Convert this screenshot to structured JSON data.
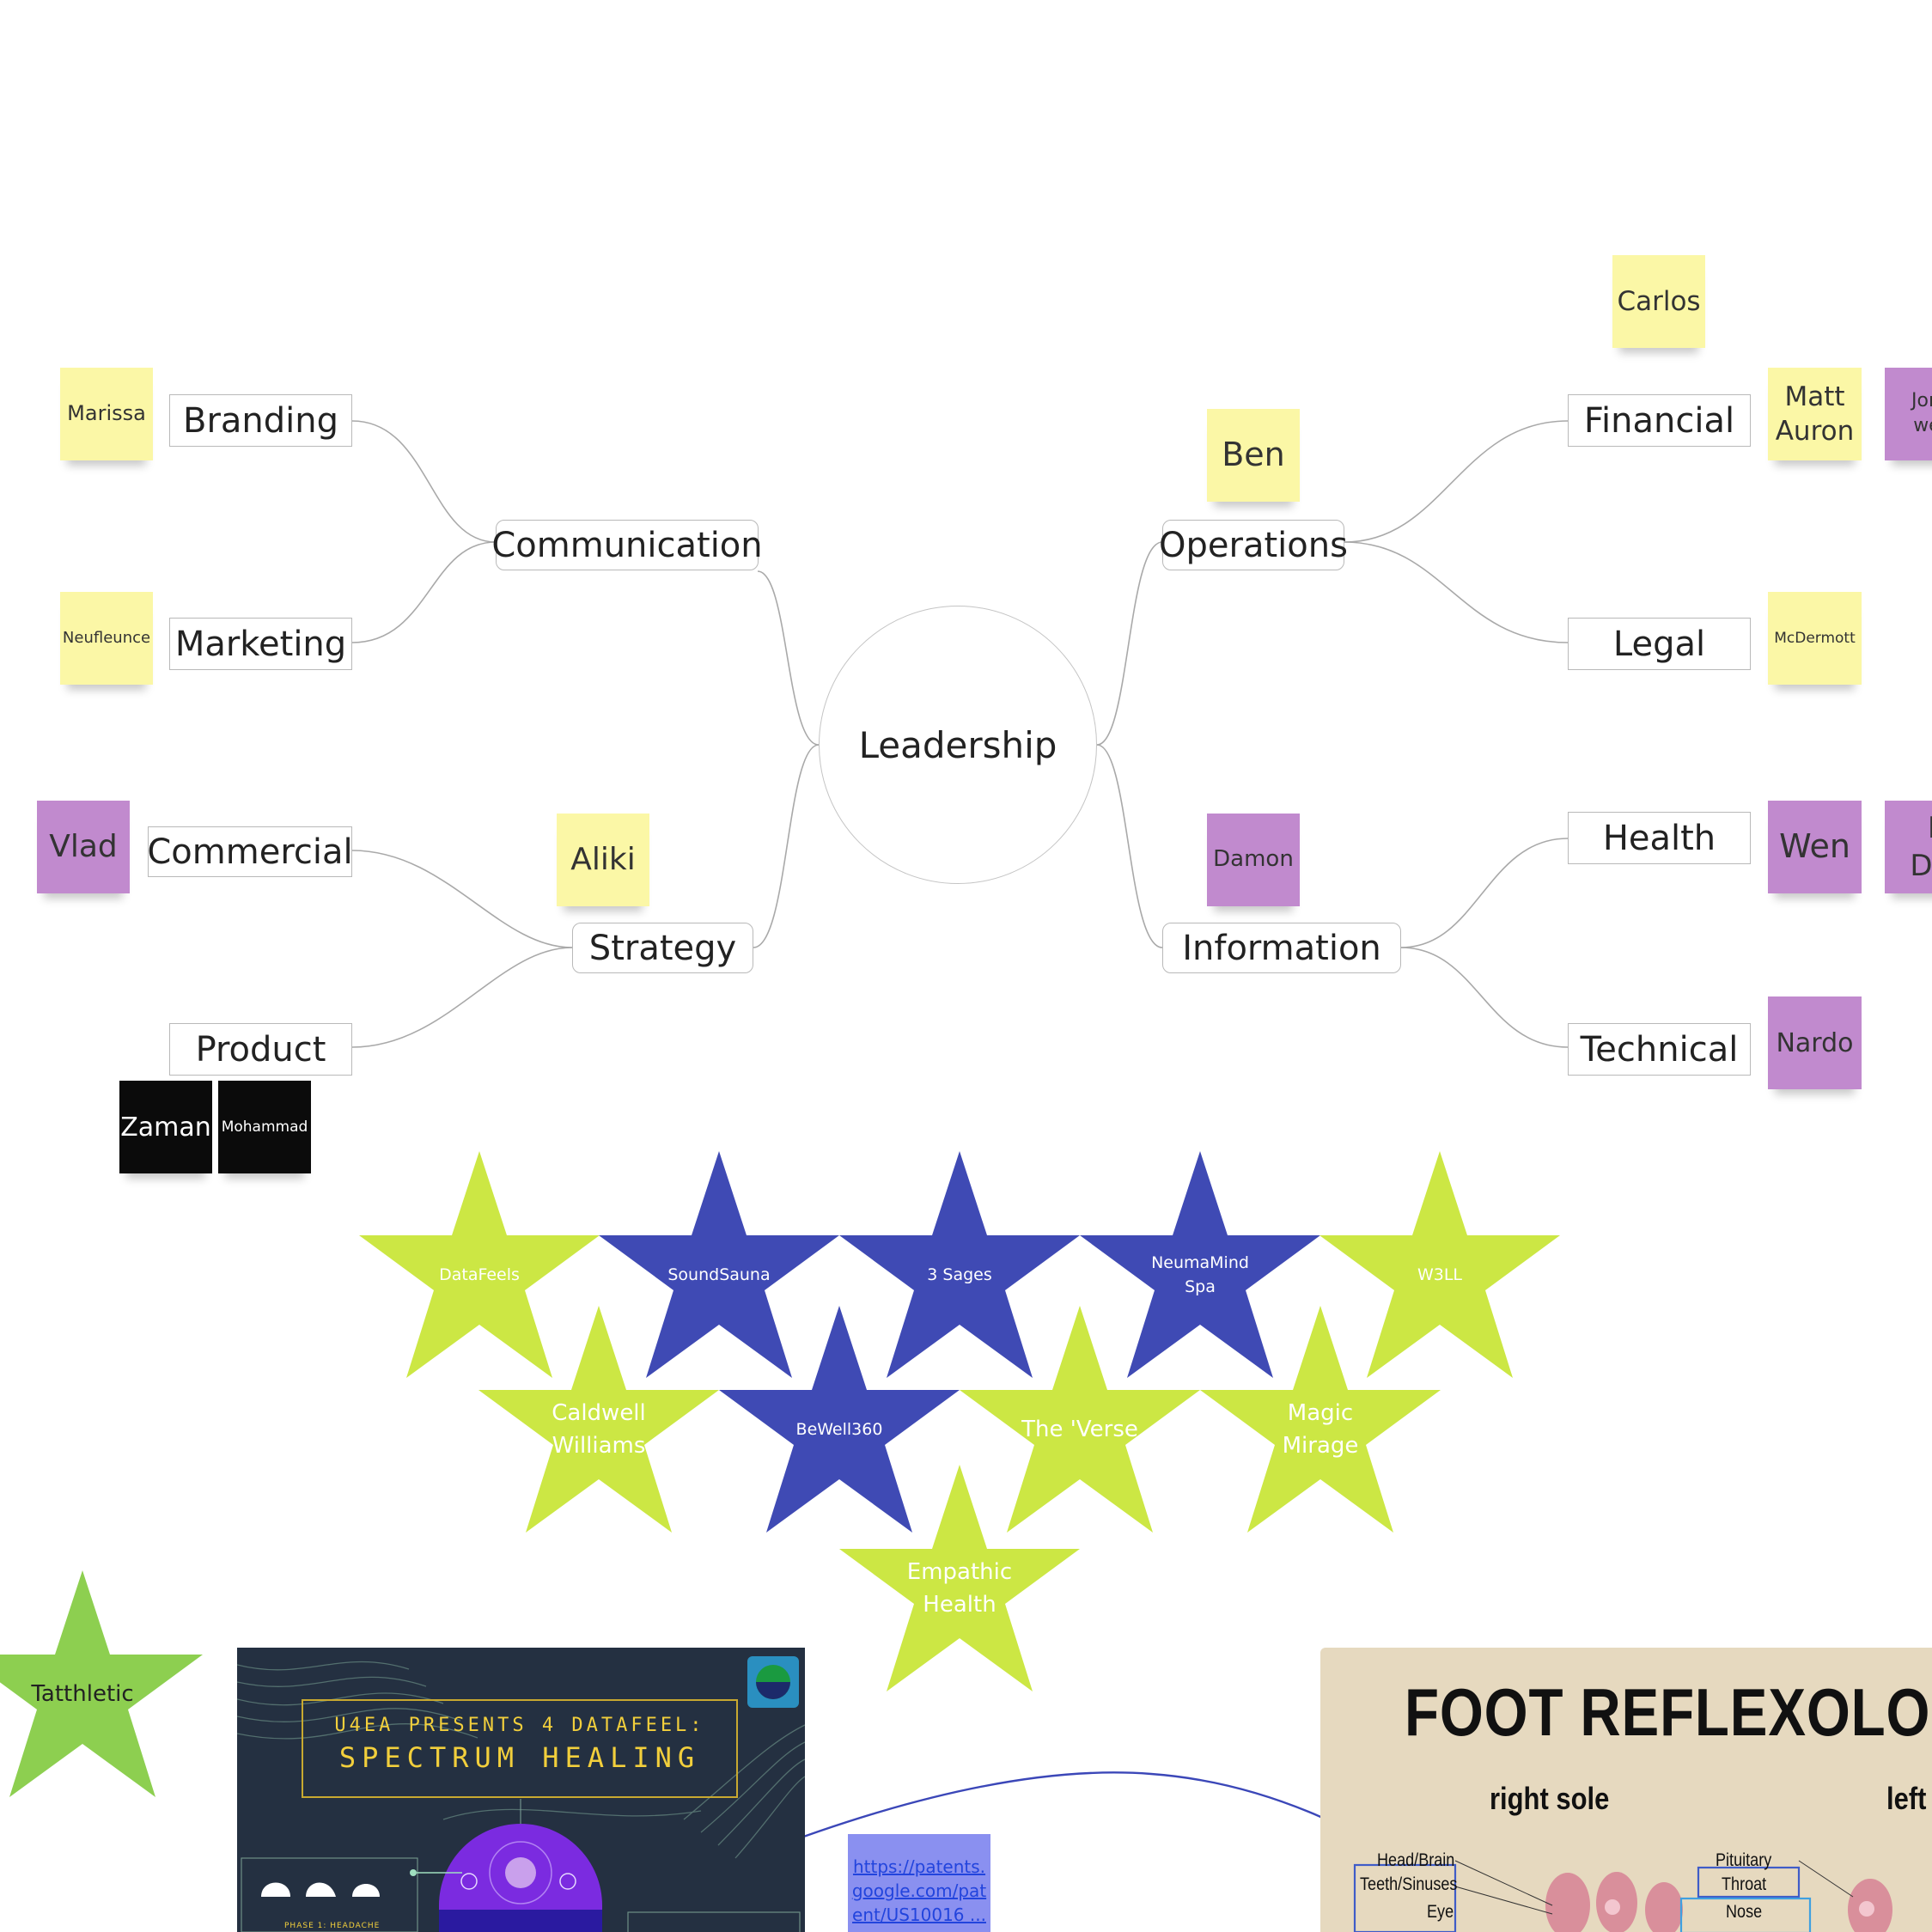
{
  "mindmap": {
    "center": "Leadership",
    "main_nodes": {
      "communication": "Communication",
      "strategy": "Strategy",
      "operations": "Operations",
      "information": "Information"
    },
    "sub_nodes": {
      "branding": "Branding",
      "marketing": "Marketing",
      "commercial": "Commercial",
      "product": "Product",
      "financial": "Financial",
      "legal": "Legal",
      "health": "Health",
      "technical": "Technical"
    }
  },
  "stickies": {
    "marissa": "Marissa",
    "neufleunce": "Neufleunce",
    "vlad": "Vlad",
    "aliki": "Aliki",
    "zaman": "Zaman",
    "mohammad": "Mohammad",
    "ben": "Ben",
    "carlos": "Carlos",
    "matt_auron": "Matt Auron",
    "jonat_west": "Jonat west",
    "mcdermott": "McDermott",
    "damon": "Damon",
    "wen": "Wen",
    "d_dav": "D Dav",
    "nardo": "Nardo"
  },
  "stars": {
    "datafeels": "DataFeels",
    "soundsauna": "SoundSauna",
    "three_sages": "3 Sages",
    "neumamind": "NeumaMind Spa",
    "w3ll": "W3LL",
    "caldwell": "Caldwell Williams",
    "bewell": "BeWell360",
    "verse": "The 'Verse",
    "magic": "Magic Mirage",
    "empathic": "Empathic Health",
    "tatthletic": "Tatthletic"
  },
  "star_colors": {
    "lime": "#cce744",
    "indigo": "#3f4ab4",
    "green": "#8dcf50"
  },
  "poster": {
    "line1": "U4EA PRESENTS 4 DATAFEEL:",
    "line2": "SPECTRUM HEALING",
    "caption": "PHASE 1: HEADACHE"
  },
  "link_note": {
    "text": "https://patents.google.com/patent/US10016 ..."
  },
  "reflexology": {
    "title": "FOOT REFLEXOLOGY C",
    "right_sole": "right sole",
    "left_sole": "left",
    "labels": {
      "head": "Head/Brain",
      "teeth": "Teeth/Sinuses",
      "eye": "Eye",
      "pituitary": "Pituitary",
      "throat": "Throat",
      "nose": "Nose"
    }
  }
}
